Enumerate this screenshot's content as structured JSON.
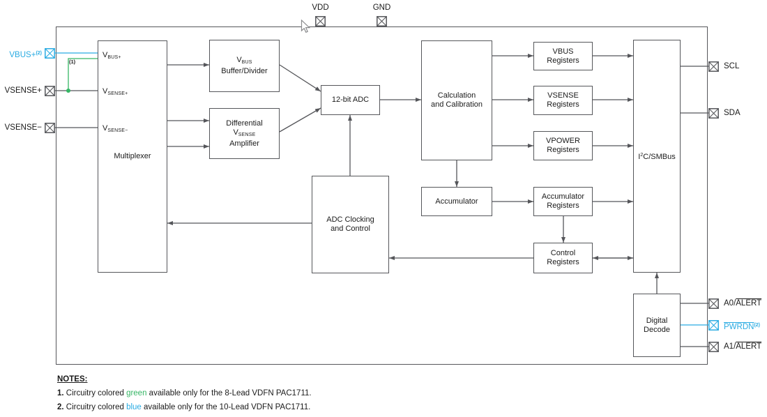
{
  "colors": {
    "blue": "#29abe2",
    "green": "#35b665",
    "line": "#55565a",
    "text": "#1a1a1a"
  },
  "pins": {
    "vdd": "VDD",
    "gnd": "GND",
    "vbus_plus": {
      "label": "VBUS+",
      "sup": "(2)"
    },
    "vsense_plus": "VSENSE+",
    "vsense_minus": "VSENSE−",
    "scl": "SCL",
    "sda": "SDA",
    "a0_alert": {
      "prefix": "A0/",
      "overline": "ALERT"
    },
    "pwrdn": {
      "overline": "PWRDN",
      "sup": "(2)"
    },
    "a1_alert": {
      "prefix": "A1/",
      "overline": "ALERT"
    }
  },
  "blocks": {
    "multiplexer": {
      "label": "Multiplexer",
      "in1": {
        "v": "V",
        "sub": "BUS+"
      },
      "in2": {
        "v": "V",
        "sub": "SENSE+"
      },
      "in3": {
        "v": "V",
        "sub": "SENSE−"
      }
    },
    "vbus_buffer": {
      "v": "V",
      "sub": "BUS",
      "line2": "Buffer/Divider"
    },
    "diff_amp": {
      "line1": "Differential",
      "v": "V",
      "sub": "SENSE",
      "line3": "Amplifier"
    },
    "adc": {
      "label": "12-bit ADC"
    },
    "calc": {
      "line1": "Calculation",
      "line2": "and Calibration"
    },
    "adc_clock": {
      "line1": "ADC Clocking",
      "line2": "and Control"
    },
    "accumulator": {
      "label": "Accumulator"
    },
    "vbus_reg": {
      "line1": "VBUS",
      "line2": "Registers"
    },
    "vsense_reg": {
      "line1": "VSENSE",
      "line2": "Registers"
    },
    "vpower_reg": {
      "line1": "VPOWER",
      "line2": "Registers"
    },
    "accum_reg": {
      "line1": "Accumulator",
      "line2": "Registers"
    },
    "ctrl_reg": {
      "line1": "Control",
      "line2": "Registers"
    },
    "i2c": {
      "i": "I",
      "sup": "2",
      "rest": "C/SMBus"
    },
    "digital_decode": {
      "line1": "Digital",
      "line2": "Decode"
    }
  },
  "annotations": {
    "note1_ref": "(1)"
  },
  "notes": {
    "heading": "NOTES:",
    "items": [
      {
        "num": "1.",
        "pre": " Circuitry colored ",
        "color_word": "green",
        "post": " available only for the 8-Lead VDFN PAC1711."
      },
      {
        "num": "2.",
        "pre": " Circuitry colored ",
        "color_word": "blue",
        "post": " available only for the 10-Lead VDFN PAC1711."
      }
    ]
  }
}
